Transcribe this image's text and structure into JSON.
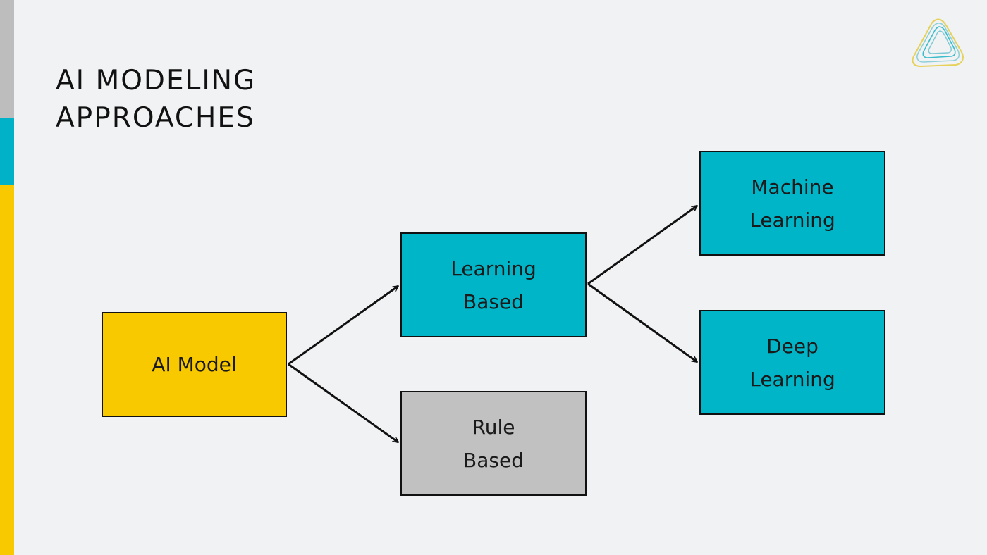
{
  "title": {
    "line1": "AI MODELING",
    "line2": "APPROACHES"
  },
  "colors": {
    "background": "#f1f2f4",
    "accent_gray": "#bdbdbd",
    "accent_teal": "#00b2c7",
    "accent_yellow": "#f9c900",
    "node_yellow": "#f9c900",
    "node_teal": "#00b5c8",
    "node_gray": "#c1c1c1",
    "border": "#111111"
  },
  "logo": {
    "icon": "triangle-swirl-logo-icon"
  },
  "nodes": {
    "ai_model": {
      "line1": "AI Model"
    },
    "learning_based": {
      "line1": "Learning",
      "line2": "Based"
    },
    "rule_based": {
      "line1": "Rule",
      "line2": "Based"
    },
    "machine_learning": {
      "line1": "Machine",
      "line2": "Learning"
    },
    "deep_learning": {
      "line1": "Deep",
      "line2": "Learning"
    }
  },
  "edges": [
    {
      "from": "AI Model",
      "to": "Learning Based"
    },
    {
      "from": "AI Model",
      "to": "Rule Based"
    },
    {
      "from": "Learning Based",
      "to": "Machine Learning"
    },
    {
      "from": "Learning Based",
      "to": "Deep Learning"
    }
  ]
}
